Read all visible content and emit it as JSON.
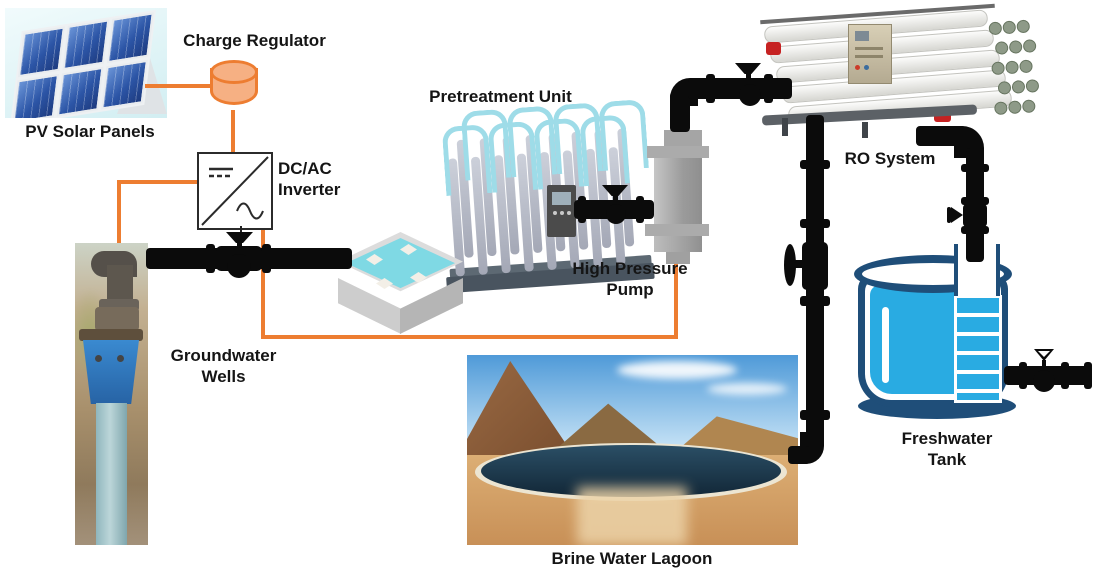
{
  "diagram": {
    "type": "process-flow",
    "labels": {
      "pv_solar_panels": "PV Solar Panels",
      "charge_regulator": "Charge Regulator",
      "dc_ac_inverter": "DC/AC Inverter",
      "pretreatment_unit": "Pretreatment Unit",
      "high_pressure_pump": "High Pressure Pump",
      "groundwater_wells": "Groundwater Wells",
      "ro_system": "RO System",
      "freshwater_tank": "Freshwater Tank",
      "brine_water_lagoon": "Brine Water Lagoon"
    },
    "colors": {
      "wire_orange": "#ED7D31",
      "pipe_black": "#0B0B0B",
      "regulator_fill": "#F6B083",
      "water_cyan": "#29ABE2",
      "tank_navy": "#1F4E79",
      "pretreatment_cyan": "#7FD9E4",
      "panel_blue": "#2C55A6"
    },
    "connections": [
      "PV Solar Panels - Charge Regulator (orange wire)",
      "Charge Regulator - DC/AC Inverter (orange wire)",
      "DC/AC Inverter - Groundwater Wells (orange wire)",
      "DC/AC Inverter - High Pressure Pump (orange wire)",
      "Groundwater Wells - Pretreatment Unit (black pipe with valve)",
      "Pretreatment Unit - High Pressure Pump (black pipe with valve)",
      "High Pressure Pump - RO System (black pipe with valve)",
      "RO System - Brine Water Lagoon (black pipe with wheel valve)",
      "RO System - Freshwater Tank (black pipe with valve)",
      "Freshwater Tank - outlet (black pipe with valve)"
    ]
  }
}
